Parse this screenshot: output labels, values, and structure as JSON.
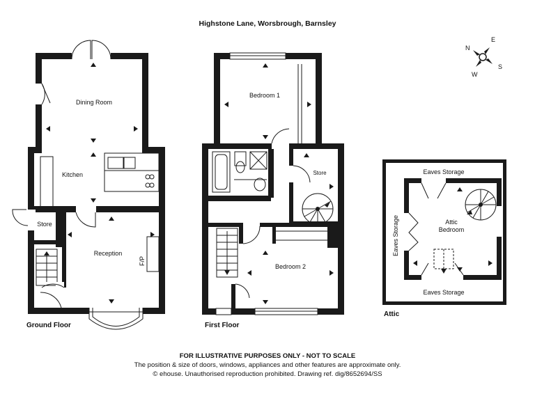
{
  "title": "Highstone Lane, Worsbrough, Barnsley",
  "compass": {
    "n": "N",
    "e": "E",
    "s": "S",
    "w": "W"
  },
  "floors": {
    "ground": {
      "label": "Ground Floor",
      "rooms": {
        "dining": "Dining Room",
        "kitchen": "Kitchen",
        "store": "Store",
        "reception": "Reception",
        "fp": "F/P"
      }
    },
    "first": {
      "label": "First Floor",
      "rooms": {
        "bedroom1": "Bedroom 1",
        "store": "Store",
        "bedroom2": "Bedroom 2"
      }
    },
    "attic": {
      "label": "Attic",
      "rooms": {
        "eaves_top": "Eaves Storage",
        "eaves_left": "Eaves Storage",
        "eaves_bottom": "Eaves Storage",
        "attic_bedroom_1": "Attic",
        "attic_bedroom_2": "Bedroom"
      }
    }
  },
  "footer": {
    "line1": "FOR ILLUSTRATIVE PURPOSES ONLY - NOT TO SCALE",
    "line2": "The position & size of doors, windows, appliances and other features are approximate only.",
    "line3": "© ehouse. Unauthorised reproduction prohibited. Drawing ref. dig/8652694/SS"
  }
}
